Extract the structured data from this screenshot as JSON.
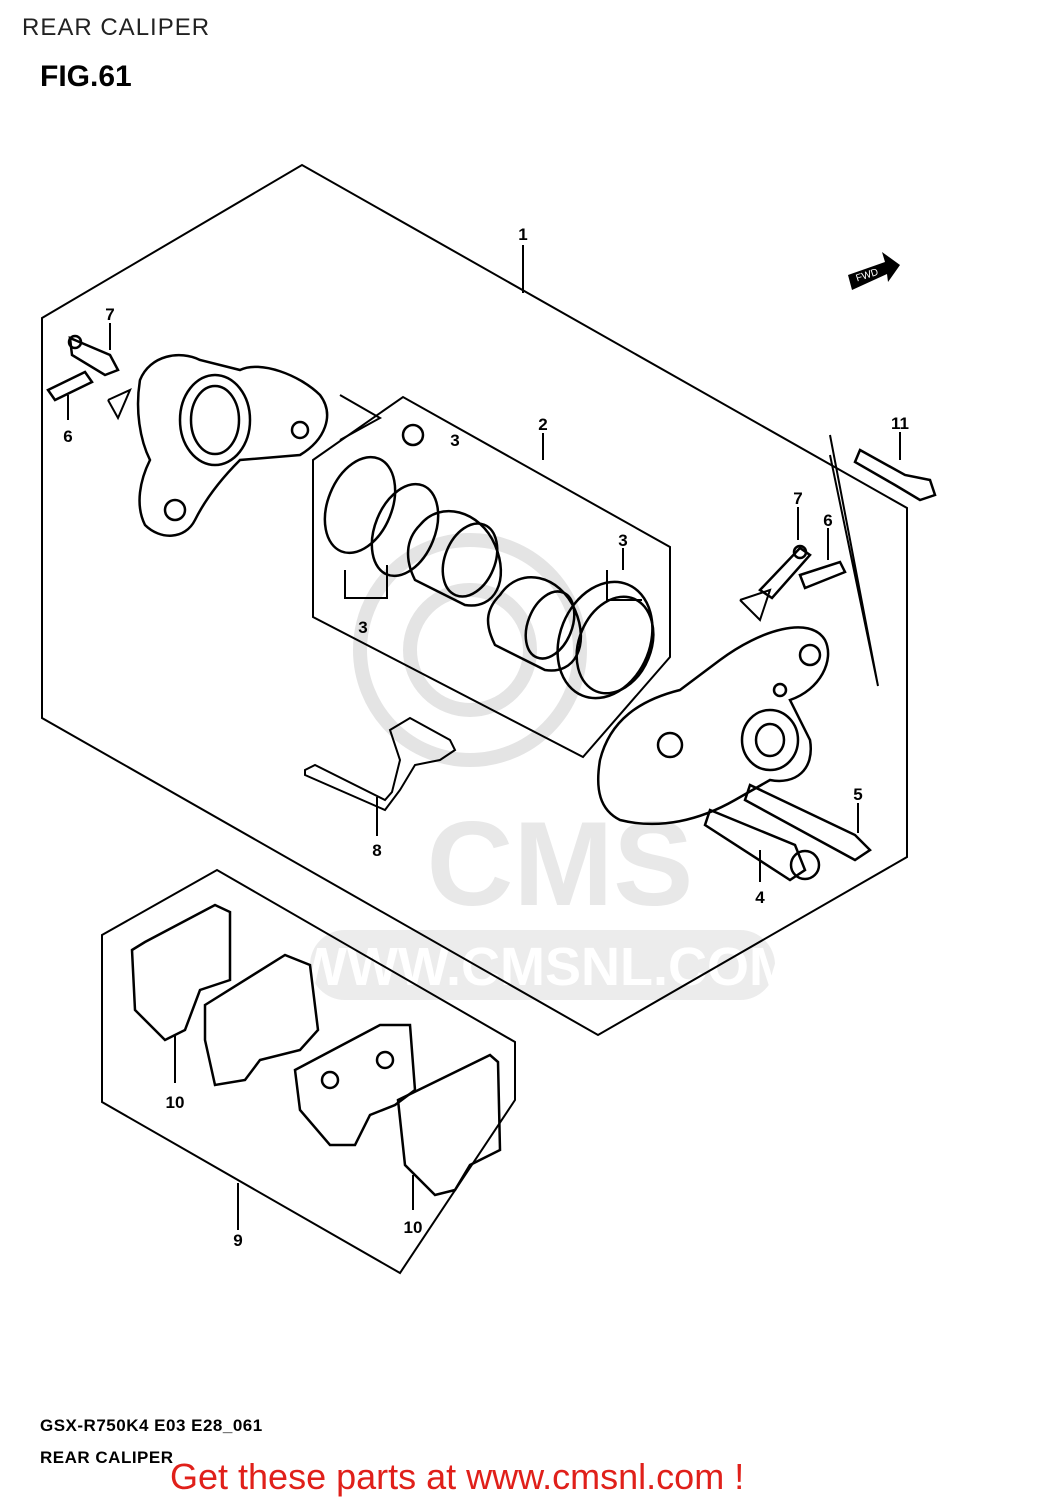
{
  "header": {
    "section_title": "REAR CALIPER"
  },
  "figure": {
    "label": "FIG.61"
  },
  "fwd_arrow_text": "FWD",
  "watermark": {
    "brand": "CMS",
    "url": "WWW.CMSNL.COM"
  },
  "callouts": [
    "1",
    "2",
    "3",
    "3",
    "3",
    "4",
    "5",
    "6",
    "6",
    "7",
    "7",
    "8",
    "9",
    "10",
    "10",
    "11"
  ],
  "footer": {
    "model_code": "GSX-R750K4 E03 E28_061",
    "section_name": "REAR CALIPER",
    "promo_text": "Get these parts at www.cmsnl.com !"
  },
  "colors": {
    "promo": "#e0201a",
    "line": "#000000",
    "watermark": "#e6e6e6"
  }
}
